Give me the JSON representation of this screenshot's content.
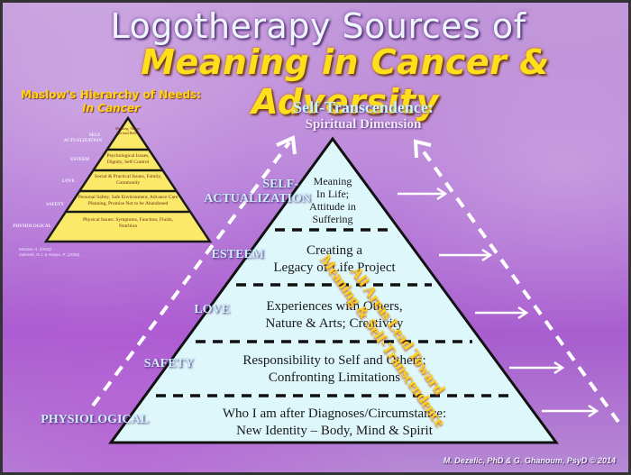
{
  "header": {
    "title_line1": "Logotherapy Sources of",
    "title_line2": "Meaning in Cancer & Adversity"
  },
  "inset": {
    "title_line1": "Maslow's Hierarchy of Needs:",
    "title_line2": "In Cancer",
    "levels": [
      {
        "label": "SELF-ACTUALIZATION",
        "text": "Meaning, Values, Spiritual Beliefs"
      },
      {
        "label": "ESTEEM",
        "text": "Psychological Issues, Dignity, Self Control"
      },
      {
        "label": "LOVE",
        "text": "Social & Practical Issues, Family, Community"
      },
      {
        "label": "SAFETY",
        "text": "Personal Safety, Safe Environment, Advance Care Planning, Promise Not to be Abandoned"
      },
      {
        "label": "PHYSIOLOGICAL",
        "text": "Physical Issues: Symptoms, Function, Fluids, Nutrition"
      }
    ],
    "citation_line1": "Maslow, A. (1943) ...",
    "citation_line2": "Zalenski, R.J. & Raspa, R. (2006) ...",
    "fill_color": "#fbe96a",
    "stroke_color": "#1a1a1a"
  },
  "apex": {
    "title": "Self-Transcendence:",
    "subtitle": "Spiritual Dimension"
  },
  "pyramid": {
    "fill_color": "#ddf7fb",
    "stroke_color": "#111111",
    "tiers": [
      {
        "label_line1": "SELF-",
        "label_line2": "ACTUALIZATION",
        "text_lines": [
          "Meaning",
          "In Life;",
          "Attitude in",
          "Suffering"
        ]
      },
      {
        "label_line1": "ESTEEM",
        "label_line2": "",
        "text_lines": [
          "Creating a",
          "Legacy of Life Project"
        ]
      },
      {
        "label_line1": "LOVE",
        "label_line2": "",
        "text_lines": [
          "Experiences with Others,",
          "Nature & Arts; Creativity"
        ]
      },
      {
        "label_line1": "SAFETY",
        "label_line2": "",
        "text_lines": [
          "Responsibility to Self and Others;",
          "Confronting Limitations"
        ]
      },
      {
        "label_line1": "PHYSIOLOGICAL",
        "label_line2": "",
        "text_lines": [
          "Who I am after Diagnoses/Circumstance:",
          "New Identity – Body, Mind & Spirit"
        ]
      }
    ]
  },
  "side_note": {
    "line1": "All Areas Lead Toward",
    "line2": "Meaning & Self-Transcendence"
  },
  "credit": "M. Dezelic, PhD & G. Ghanoum, PsyD © 2014",
  "colors": {
    "title_white": "#eef5ff",
    "title_yellow": "#ffde1a",
    "label_blue": "#cdeefe",
    "arrow_white": "#ffffff"
  }
}
